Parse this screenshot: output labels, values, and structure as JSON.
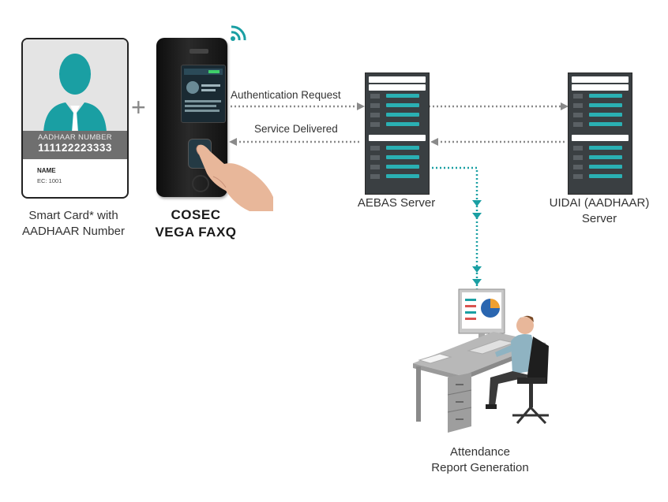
{
  "card": {
    "header": "AADHAAR NUMBER",
    "number": "111122223333",
    "name_label": "NAME",
    "ec": "EC: 1001",
    "caption_line1": "Smart Card* with",
    "caption_line2": "AADHAAR Number"
  },
  "plus": "+",
  "device": {
    "name_line1": "COSEC",
    "name_line2": "VEGA FAXQ"
  },
  "arrows": {
    "auth_request": "Authentication Request",
    "service_delivered": "Service Delivered"
  },
  "aebas": {
    "label": "AEBAS Server"
  },
  "uidai": {
    "label_line1": "UIDAI (AADHAAR)",
    "label_line2": "Server"
  },
  "attendance": {
    "label_line1": "Attendance",
    "label_line2": "Report Generation"
  },
  "colors": {
    "teal": "#1a9fa3",
    "arrow_gray": "#8a8a8a",
    "server_body": "#3a3f42"
  }
}
